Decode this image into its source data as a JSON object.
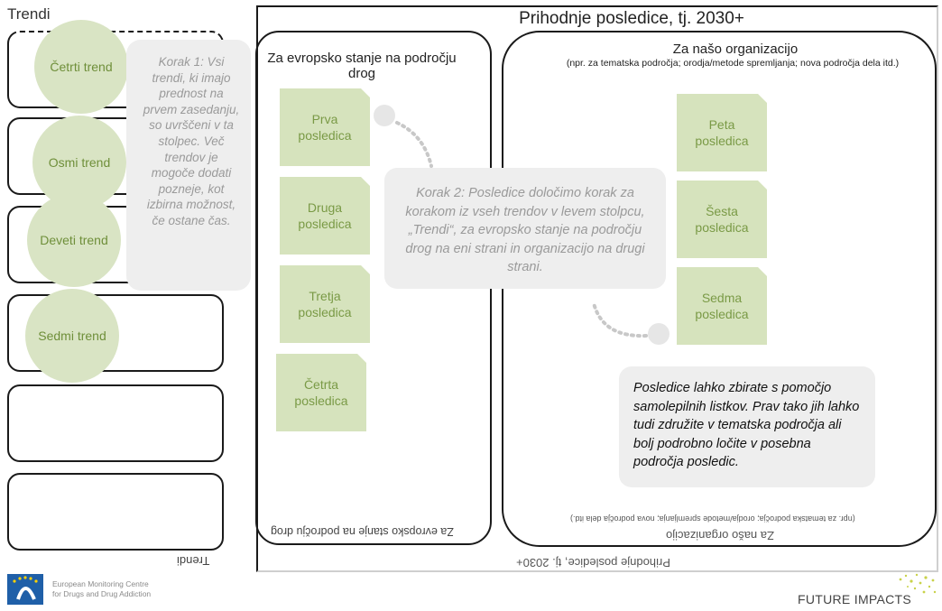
{
  "trends_panel": {
    "title": "Trendi",
    "bottom_label_flipped": "Trendi",
    "items": [
      "Četrti trend",
      "Osmi trend",
      "Deveti trend",
      "Sedmi trend"
    ]
  },
  "step1_bubble": "Korak 1: Vsi trendi, ki imajo prednost na prvem zasedanju, so uvrščeni v ta stolpec. Več trendov je mogoče dodati pozneje, kot izbirna možnost, če ostane čas.",
  "future_panel": {
    "title": "Prihodnje posledice, tj. 2030+",
    "bottom_label_flipped": "Prihodnje posledice, tj. 2030+"
  },
  "europe_column": {
    "title": "Za evropsko stanje na področju drog",
    "bottom_label_flipped": "Za evropsko stanje na področju drog",
    "notes": [
      "Prva posledica",
      "Druga posledica",
      "Tretja posledica",
      "Četrta posledica"
    ]
  },
  "org_column": {
    "title": "Za našo organizacijo",
    "subtitle": "(npr. za tematska področja; orodja/metode spremljanja; nova področja dela itd.)",
    "bottom_title_flipped": "Za našo organizacijo",
    "bottom_subtitle_flipped": "(npr. za tematska področja; orodja/metode spremljanja; nova področja dela itd.)",
    "notes": [
      "Peta posledica",
      "Šesta posledica",
      "Sedma posledica"
    ]
  },
  "step2_bubble": "Korak 2: Posledice določimo korak za korakom iz vseh trendov v levem stolpcu, „Trendi“, za evropsko stanje na področju drog na eni strani in organizacijo na drugi strani.",
  "tip_bubble": "Posledice lahko zbirate s pomočjo samolepilnih listkov. Prav tako jih lahko tudi združite v tematska področja ali bolj podrobno ločite v posebna področja posledic.",
  "footer": {
    "emcdda_line1": "European Monitoring Centre",
    "emcdda_line2": "for Drugs and Drug Addiction",
    "future_impacts": "FUTURE IMPACTS"
  },
  "colors": {
    "note_fill": "#d6e3bd",
    "circle_fill": "#d9e4c4",
    "green_text": "#7a9a46",
    "bubble_fill": "#eeeeee",
    "emcdda_blue": "#1f5fa8"
  }
}
